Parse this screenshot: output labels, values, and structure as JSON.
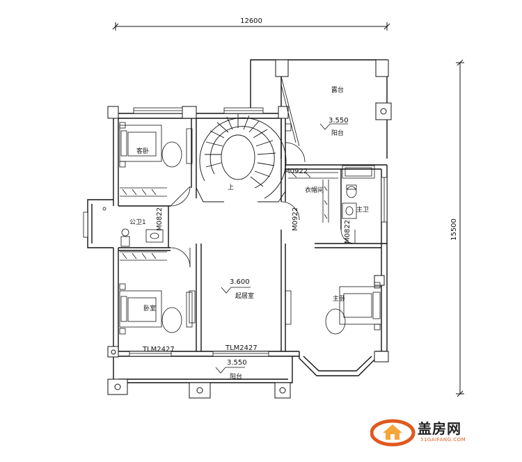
{
  "dimensions": {
    "width": "12600",
    "height": "15500"
  },
  "rooms": {
    "terrace": "露台",
    "guest_bedroom": "客卧",
    "public_bath": "公卫1",
    "bedroom": "卧室",
    "living": "起居室",
    "cloakroom": "衣帽间",
    "master_bath": "主卫",
    "master_bedroom": "主卧",
    "balcony_top": "阳台",
    "balcony_bottom": "阳台",
    "stair_up": "上"
  },
  "levels": {
    "terrace_level": "3.550",
    "living_level": "3.600",
    "balcony_level": "3.550"
  },
  "tags": {
    "door_m0922_a": "M0922",
    "door_m0922_b": "M0922",
    "door_m0822_a": "M0822",
    "door_m0822_b": "M0822",
    "window_tlm_a": "TLM2427",
    "window_tlm_b": "TLM2427"
  },
  "logo": {
    "name": "盖房网",
    "url_text": "51GAIFANG.COM",
    "color": "#e0581f"
  }
}
